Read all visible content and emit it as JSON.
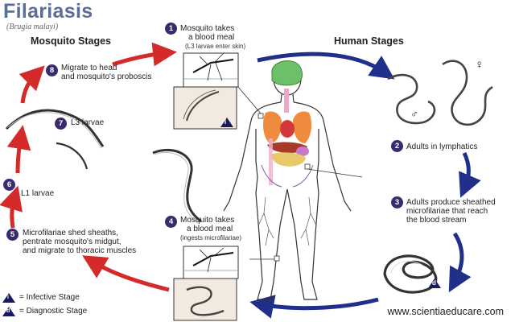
{
  "title": "Filariasis",
  "subtitle": "(Brugia malayi)",
  "headings": {
    "mosquito": "Mosquito Stages",
    "human": "Human Stages"
  },
  "steps": [
    {
      "num": "1",
      "line1": "Mosquito takes",
      "line2": "a blood meal",
      "sub": "(L3 larvae enter skin)"
    },
    {
      "num": "2",
      "line1": "Adults in lymphatics"
    },
    {
      "num": "3",
      "line1": "Adults produce sheathed",
      "line2": "microfilariae that reach",
      "line3": "the blood stream"
    },
    {
      "num": "4",
      "line1": "Mosquito takes",
      "line2": "a blood meal",
      "sub": "(ingests microfilariae)"
    },
    {
      "num": "5",
      "line1": "Microfilariae shed sheaths,",
      "line2": "pentrate mosquito's midgut,",
      "line3": "and migrate to thoracic muscles"
    },
    {
      "num": "6",
      "line1": "L1 larvae"
    },
    {
      "num": "7",
      "line1": "L3 larvae"
    },
    {
      "num": "8",
      "line1": "Migrate to head",
      "line2": "and mosquito's proboscis"
    }
  ],
  "legend": {
    "infective_symbol": "i",
    "infective_label": "= Infective Stage",
    "diagnostic_symbol": "d",
    "diagnostic_label": "= Diagnostic Stage"
  },
  "markers": {
    "female": "♀",
    "male": "♂"
  },
  "website": "www.scientiaeducare.com",
  "colors": {
    "cycle_arrow_red": "#d42a2a",
    "cycle_arrow_blue": "#1f2f8a",
    "step_badge": "#3a2a6e",
    "title": "#5a6e9a"
  }
}
